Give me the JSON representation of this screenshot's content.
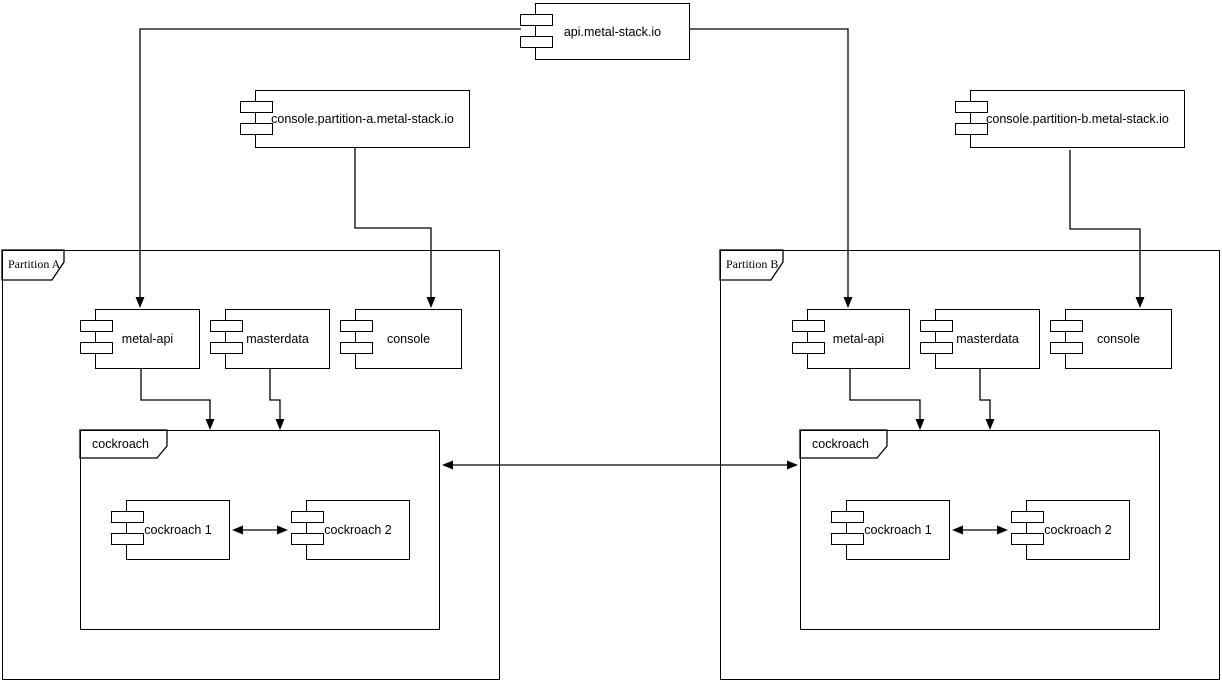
{
  "canvas": {
    "background": "#ffffff",
    "stroke_color": "#000000"
  },
  "top_components": {
    "api": {
      "label": "api.metal-stack.io"
    },
    "console_a": {
      "label": "console.partition-a.metal-stack.io"
    },
    "console_b": {
      "label": "console.partition-b.metal-stack.io"
    }
  },
  "partitions": [
    {
      "label": "Partition A",
      "components": {
        "metal_api": {
          "label": "metal-api"
        },
        "masterdata": {
          "label": "masterdata"
        },
        "console": {
          "label": "console"
        }
      },
      "cockroach": {
        "label": "cockroach",
        "nodes": [
          {
            "label": "cockroach 1"
          },
          {
            "label": "cockroach 2"
          }
        ]
      }
    },
    {
      "label": "Partition B",
      "components": {
        "metal_api": {
          "label": "metal-api"
        },
        "masterdata": {
          "label": "masterdata"
        },
        "console": {
          "label": "console"
        }
      },
      "cockroach": {
        "label": "cockroach",
        "nodes": [
          {
            "label": "cockroach 1"
          },
          {
            "label": "cockroach 2"
          }
        ]
      }
    }
  ]
}
